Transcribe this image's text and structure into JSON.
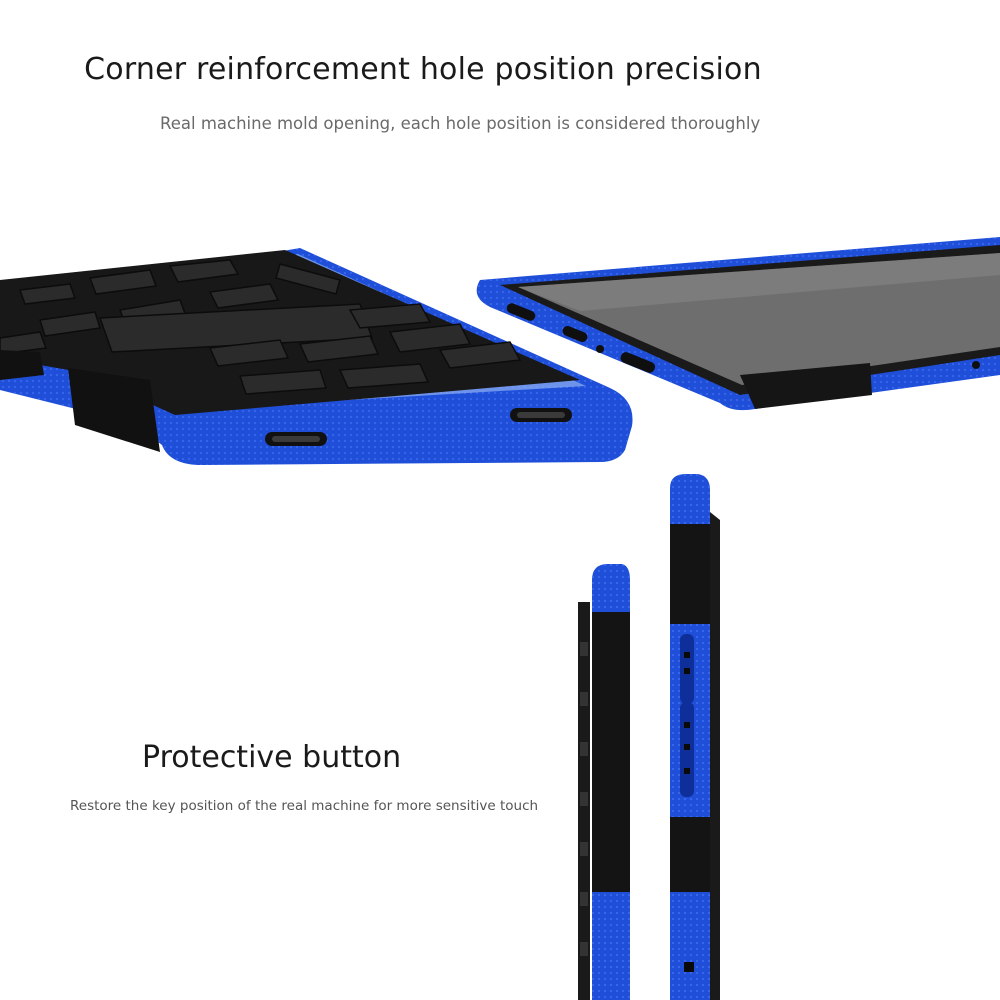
{
  "section_corner": {
    "title": "Corner reinforcement hole position precision",
    "subtitle": "Real machine mold opening, each hole position is considered thoroughly"
  },
  "section_button": {
    "title": "Protective button",
    "subtitle": "Restore the key position of the real machine for more sensitive touch"
  },
  "colors": {
    "case_blue": "#1f4fd8",
    "case_black": "#151515",
    "screen_gray": "#6e6e6e",
    "heading_text": "#1a1a1a",
    "body_text": "#6a6a6a"
  }
}
